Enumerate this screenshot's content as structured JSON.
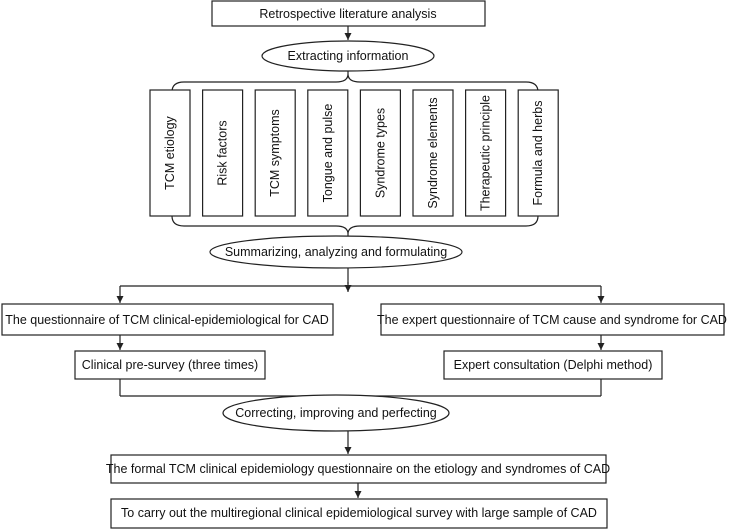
{
  "flowchart": {
    "top_box": "Retrospective literature analysis",
    "extract_oval": "Extracting information",
    "categories": [
      "TCM etiology",
      "Risk factors",
      "TCM symptoms",
      "Tongue and pulse",
      "Syndrome types",
      "Syndrome elements",
      "Therapeutic principle",
      "Formula and herbs"
    ],
    "summarize_oval": "Summarizing, analyzing and formulating",
    "left_questionnaire": "The questionnaire of TCM clinical-epidemiological for CAD",
    "right_questionnaire": "The expert questionnaire of TCM cause and syndrome for CAD",
    "left_survey": "Clinical pre-survey (three times)",
    "right_consultation": "Expert consultation (Delphi method)",
    "correct_oval": "Correcting, improving and perfecting",
    "formal_questionnaire": "The formal TCM clinical epidemiology questionnaire on the etiology and syndromes of CAD",
    "final_survey": "To carry out the multiregional clinical epidemiological survey with large sample of CAD"
  }
}
